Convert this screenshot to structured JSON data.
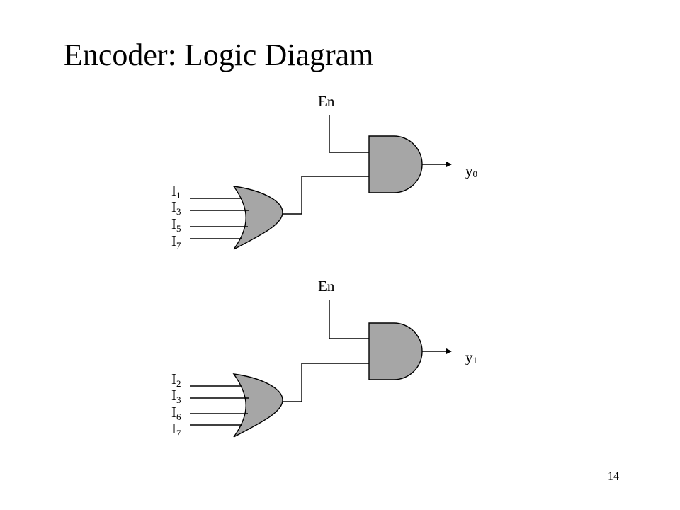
{
  "slide": {
    "title": "Encoder: Logic Diagram",
    "page_number": "14"
  },
  "circuits": [
    {
      "enable_label": "En",
      "output": {
        "base": "y",
        "sub": "0"
      },
      "inputs": [
        {
          "base": "I",
          "sub": "1"
        },
        {
          "base": "I",
          "sub": "3"
        },
        {
          "base": "I",
          "sub": "5"
        },
        {
          "base": "I",
          "sub": "7"
        }
      ]
    },
    {
      "enable_label": "En",
      "output": {
        "base": "y",
        "sub": "1"
      },
      "inputs": [
        {
          "base": "I",
          "sub": "2"
        },
        {
          "base": "I",
          "sub": "3"
        },
        {
          "base": "I",
          "sub": "6"
        },
        {
          "base": "I",
          "sub": "7"
        }
      ]
    }
  ],
  "colors": {
    "gate_fill": "#a6a6a6",
    "line": "#000000"
  }
}
